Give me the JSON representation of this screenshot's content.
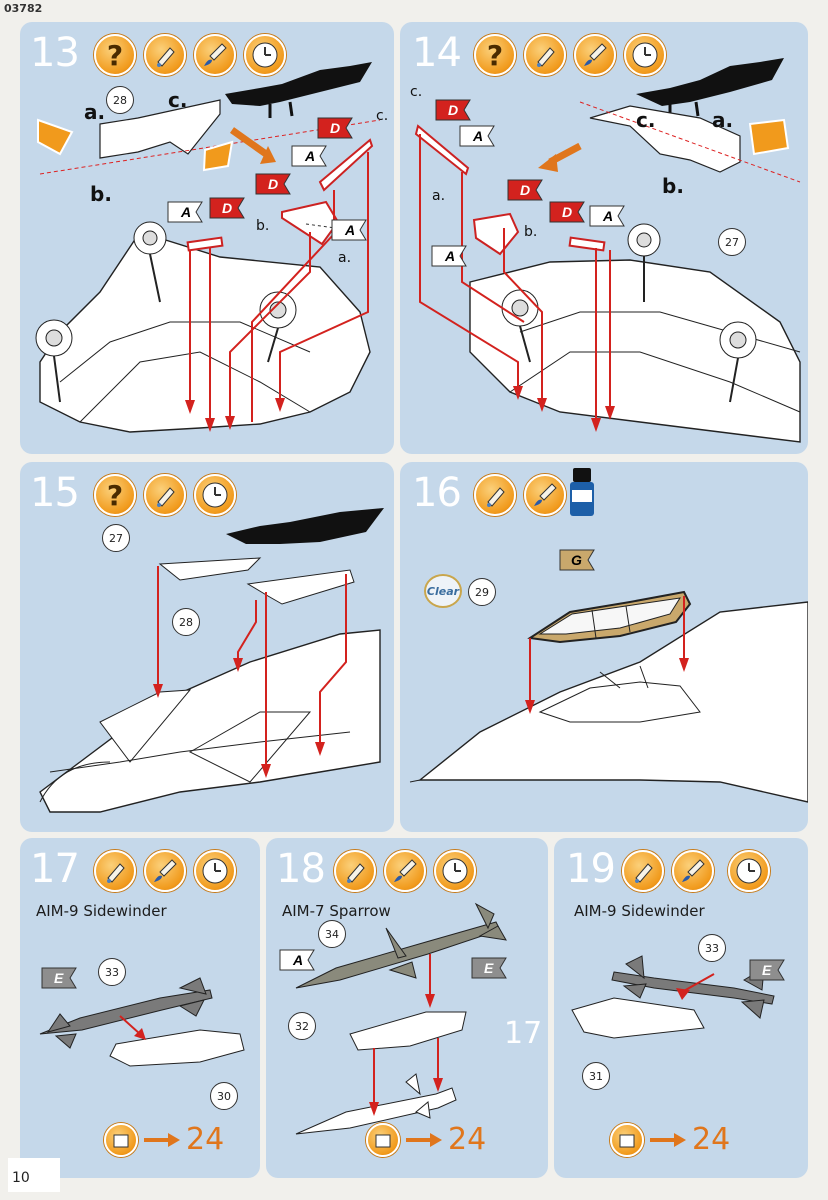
{
  "page": {
    "code": "03782",
    "number": "10"
  },
  "icons": {
    "question": "?",
    "glue": "glue-icon",
    "paint": "paint-brush-icon",
    "clock": "clock-icon",
    "clear_label": "Clear"
  },
  "steps": [
    {
      "number": "13",
      "parts": [
        "28"
      ],
      "labels": [
        "a.",
        "b.",
        "c.",
        "a.",
        "b.",
        "c."
      ],
      "decals": [
        "A",
        "D",
        "A",
        "D",
        "D",
        "A"
      ]
    },
    {
      "number": "14",
      "parts": [
        "27"
      ],
      "labels": [
        "a.",
        "b.",
        "c.",
        "a.",
        "b.",
        "c."
      ],
      "decals": [
        "D",
        "A",
        "D",
        "A",
        "D",
        "A"
      ]
    },
    {
      "number": "15",
      "parts": [
        "27",
        "28"
      ]
    },
    {
      "number": "16",
      "parts": [
        "29"
      ],
      "decals": [
        "G"
      ],
      "clear": "Clear"
    },
    {
      "number": "17",
      "subtitle": "AIM-9 Sidewinder",
      "parts": [
        "33",
        "30"
      ],
      "decals": [
        "E"
      ],
      "goto": "24"
    },
    {
      "number": "18",
      "subtitle": "AIM-7 Sparrow",
      "parts": [
        "34",
        "32",
        "17"
      ],
      "decals": [
        "A",
        "E"
      ],
      "goto": "24"
    },
    {
      "number": "19",
      "subtitle": "AIM-9 Sidewinder",
      "parts": [
        "33",
        "31"
      ],
      "decals": [
        "E"
      ],
      "goto": "24"
    }
  ],
  "colors": {
    "panel": "#c5d8ea",
    "orange": "#f19a1c",
    "red": "#d3221e",
    "arrow": "#e0761c"
  }
}
